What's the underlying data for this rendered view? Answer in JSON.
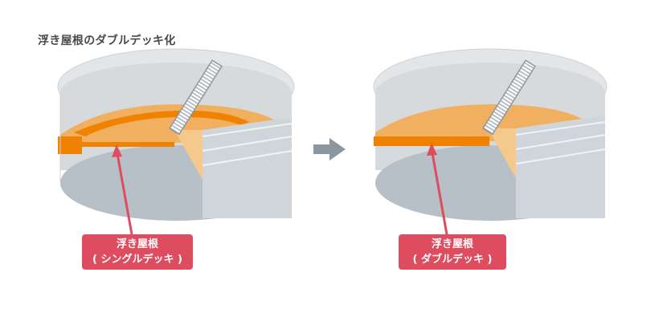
{
  "title": "浮き屋根のダブルデッキ化",
  "before": {
    "label_line1": "浮き屋根",
    "label_line2": "( シングルデッキ )"
  },
  "after": {
    "label_line1": "浮き屋根",
    "label_line2": "( ダブルデッキ )"
  },
  "icons": {
    "transition": "arrow-right-icon"
  },
  "colors": {
    "tank_top": "#e6e8ea",
    "tank_side": "#d6dadd",
    "tank_floor": "#b7c0c6",
    "roof": "#f0b060",
    "roof_edge": "#f5c98c",
    "deck_band": "#ef8200",
    "callout": "#de4d5f",
    "arrow": "#8a97a0"
  }
}
